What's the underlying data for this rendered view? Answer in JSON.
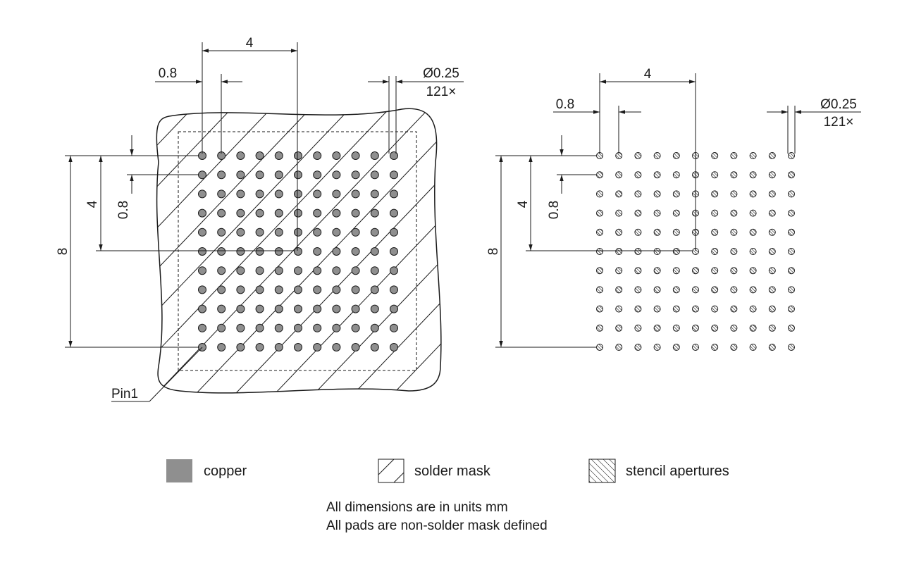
{
  "left_view": {
    "dim_top_pitch4": "4",
    "dim_top_pitch08": "0.8",
    "dim_diameter": "Ø0.25",
    "dim_count": "121×",
    "dim_left_8": "8",
    "dim_left_4": "4",
    "dim_left_08": "0.8",
    "pin_label": "Pin1"
  },
  "right_view": {
    "dim_top_pitch4": "4",
    "dim_top_pitch08": "0.8",
    "dim_diameter": "Ø0.25",
    "dim_count": "121×",
    "dim_left_8": "8",
    "dim_left_4": "4",
    "dim_left_08": "0.8"
  },
  "grid": {
    "rows": 11,
    "cols": 11
  },
  "legend": {
    "copper": "copper",
    "solder_mask": "solder mask",
    "stencil": "stencil apertures"
  },
  "notes": {
    "line1": "All dimensions are in units mm",
    "line2": "All pads are non-solder mask defined"
  },
  "colors": {
    "copper": "#8f8f8f",
    "ink": "#1a1a1a"
  }
}
